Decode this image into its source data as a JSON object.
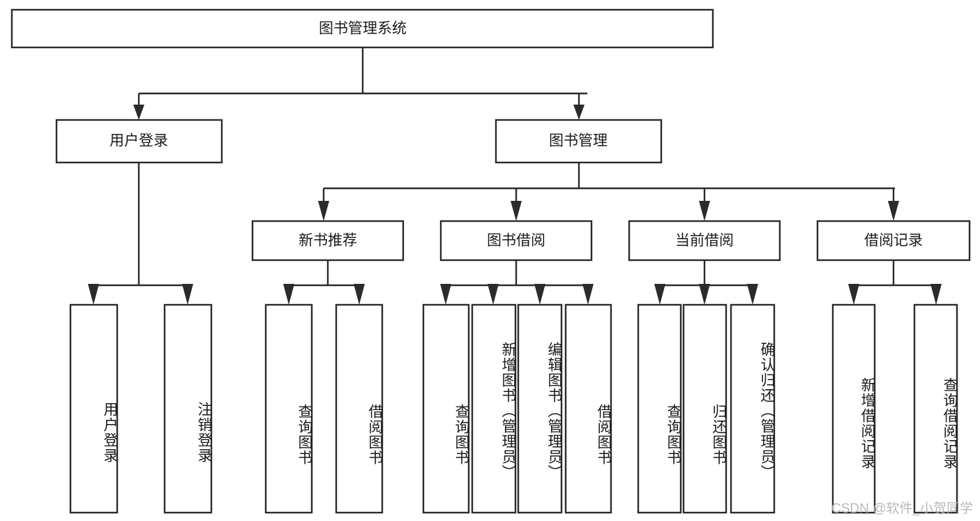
{
  "diagram": {
    "type": "hierarchy-tree",
    "title": "图书管理系统",
    "root": {
      "id": "root",
      "label": "图书管理系统"
    },
    "level2": [
      {
        "id": "user-login",
        "label": "用户登录"
      },
      {
        "id": "book-manage",
        "label": "图书管理"
      }
    ],
    "level3": [
      {
        "id": "new-book-recommend",
        "label": "新书推荐",
        "parent": "book-manage"
      },
      {
        "id": "book-borrow",
        "label": "图书借阅",
        "parent": "book-manage"
      },
      {
        "id": "current-borrow",
        "label": "当前借阅",
        "parent": "book-manage"
      },
      {
        "id": "borrow-record",
        "label": "借阅记录",
        "parent": "book-manage"
      }
    ],
    "leaves": [
      {
        "id": "leaf-user-login",
        "label": "用户登录",
        "parent": "user-login"
      },
      {
        "id": "leaf-logout",
        "label": "注销登录",
        "parent": "user-login"
      },
      {
        "id": "leaf-query-book-1",
        "label": "查询图书",
        "parent": "new-book-recommend"
      },
      {
        "id": "leaf-borrow-book-1",
        "label": "借阅图书",
        "parent": "new-book-recommend"
      },
      {
        "id": "leaf-query-book-2",
        "label": "查询图书",
        "parent": "book-borrow"
      },
      {
        "id": "leaf-add-book",
        "label": "新增图书（管理员）",
        "parent": "book-borrow"
      },
      {
        "id": "leaf-edit-book",
        "label": "编辑图书（管理员）",
        "parent": "book-borrow"
      },
      {
        "id": "leaf-borrow-book-2",
        "label": "借阅图书",
        "parent": "book-borrow"
      },
      {
        "id": "leaf-query-book-3",
        "label": "查询图书",
        "parent": "current-borrow"
      },
      {
        "id": "leaf-return-book",
        "label": "归还图书",
        "parent": "current-borrow"
      },
      {
        "id": "leaf-confirm-return",
        "label": "确认归还（管理员）",
        "parent": "current-borrow"
      },
      {
        "id": "leaf-add-record",
        "label": "新增借阅记录",
        "parent": "borrow-record"
      },
      {
        "id": "leaf-query-record",
        "label": "查询借阅记录",
        "parent": "borrow-record"
      }
    ],
    "colors": {
      "box_stroke": "#2b2b2b",
      "box_fill": "#ffffff",
      "text": "#1a1a1a",
      "background": "#ffffff",
      "watermark": "#b9b9b9"
    }
  },
  "watermark": {
    "text": "CSDN @软件_小贺同学"
  }
}
